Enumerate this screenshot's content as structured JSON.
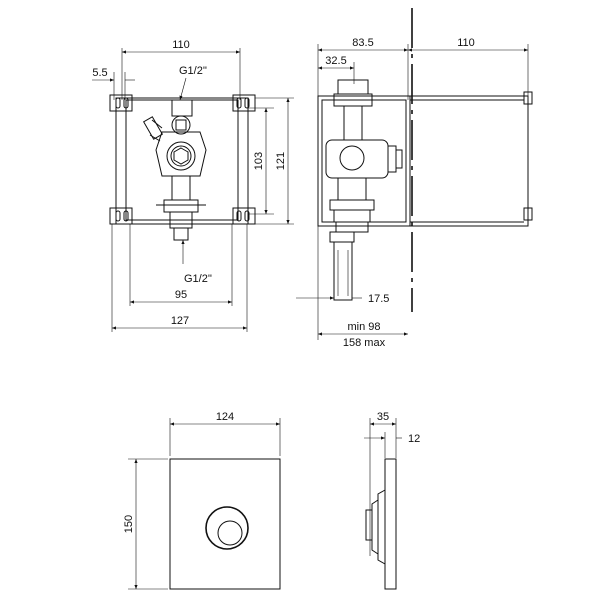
{
  "front_view": {
    "width_top": "110",
    "offset_left": "5.5",
    "thread_top": "G1/2''",
    "height_inner": "103",
    "height_outer": "121",
    "thread_bottom": "G1/2''",
    "width_inner": "95",
    "width_outer": "127"
  },
  "side_view": {
    "depth_body": "83.5",
    "pipe_offset": "32.5",
    "plate_width": "110",
    "pipe_stub": "17.5",
    "min_depth": "min 98",
    "max_depth": "158 max"
  },
  "plate_front": {
    "width": "124",
    "height": "150"
  },
  "plate_side": {
    "depth": "35",
    "thickness": "12"
  }
}
